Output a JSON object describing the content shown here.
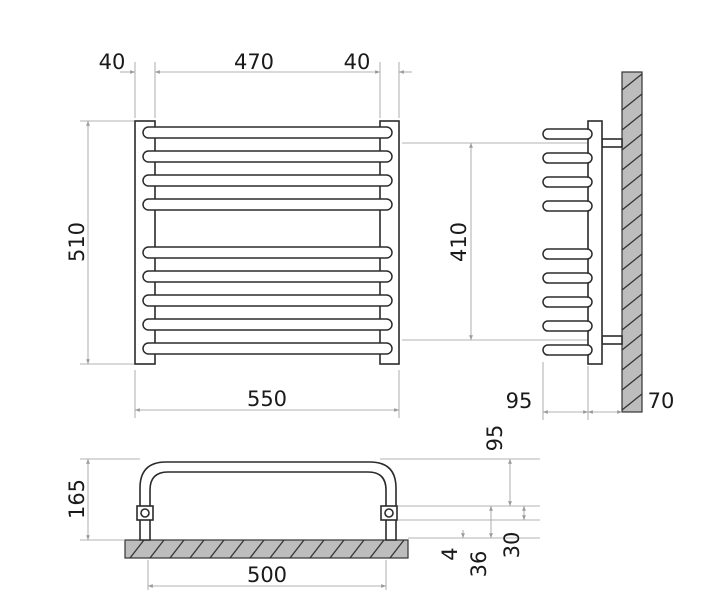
{
  "dimensions": {
    "top_left_margin": "40",
    "top_middle": "470",
    "top_right_margin": "40",
    "front_height": "510",
    "rail_spacing": "410",
    "overall_width": "550",
    "side_depth": "95",
    "wall_offset": "70",
    "bottom_height": "165",
    "bracket_height": "95",
    "floor_gap_a": "4",
    "floor_gap_b": "36",
    "floor_gap_c": "30",
    "base_width": "500"
  },
  "colors": {
    "outline": "#2b2b2b",
    "dimension": "#9a9a9a",
    "hatch": "#bdbdbd"
  }
}
